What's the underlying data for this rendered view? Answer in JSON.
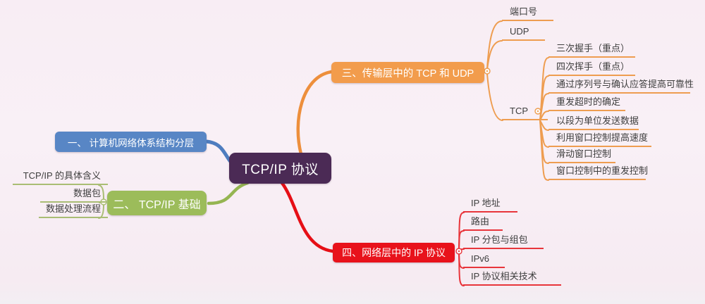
{
  "mindmap": {
    "root": {
      "label": "TCP/IP 协议",
      "color": "#4b2a55"
    },
    "branches": [
      {
        "label": "一、 计算机网络体系结构分层",
        "color": "#5886c5",
        "children": []
      },
      {
        "label": "二、 TCP/IP 基础",
        "color": "#9cbc5a",
        "children": [
          {
            "label": "TCP/IP 的具体含义"
          },
          {
            "label": "数据包"
          },
          {
            "label": "数据处理流程"
          }
        ]
      },
      {
        "label": "三、传输层中的 TCP 和 UDP",
        "color": "#f29c4c",
        "children": [
          {
            "label": "端口号"
          },
          {
            "label": "UDP"
          },
          {
            "label": "TCP",
            "children": [
              {
                "label": "三次握手（重点）"
              },
              {
                "label": "四次挥手（重点）"
              },
              {
                "label": "通过序列号与确认应答提高可靠性"
              },
              {
                "label": "重发超时的确定"
              },
              {
                "label": "以段为单位发送数据"
              },
              {
                "label": "利用窗口控制提高速度"
              },
              {
                "label": "滑动窗口控制"
              },
              {
                "label": "窗口控制中的重发控制"
              }
            ]
          }
        ]
      },
      {
        "label": "四、网络层中的 IP 协议",
        "color": "#e8121b",
        "children": [
          {
            "label": "IP 地址"
          },
          {
            "label": "路由"
          },
          {
            "label": "IP 分包与组包"
          },
          {
            "label": "IPv6"
          },
          {
            "label": "IP 协议相关技术"
          }
        ]
      }
    ],
    "icons": [
      {
        "name": "collapse-toggle",
        "meaning": "circle node connector toggle"
      }
    ],
    "background_color": "#f8edf4",
    "leaf_text_color": "#3e3e3e"
  }
}
